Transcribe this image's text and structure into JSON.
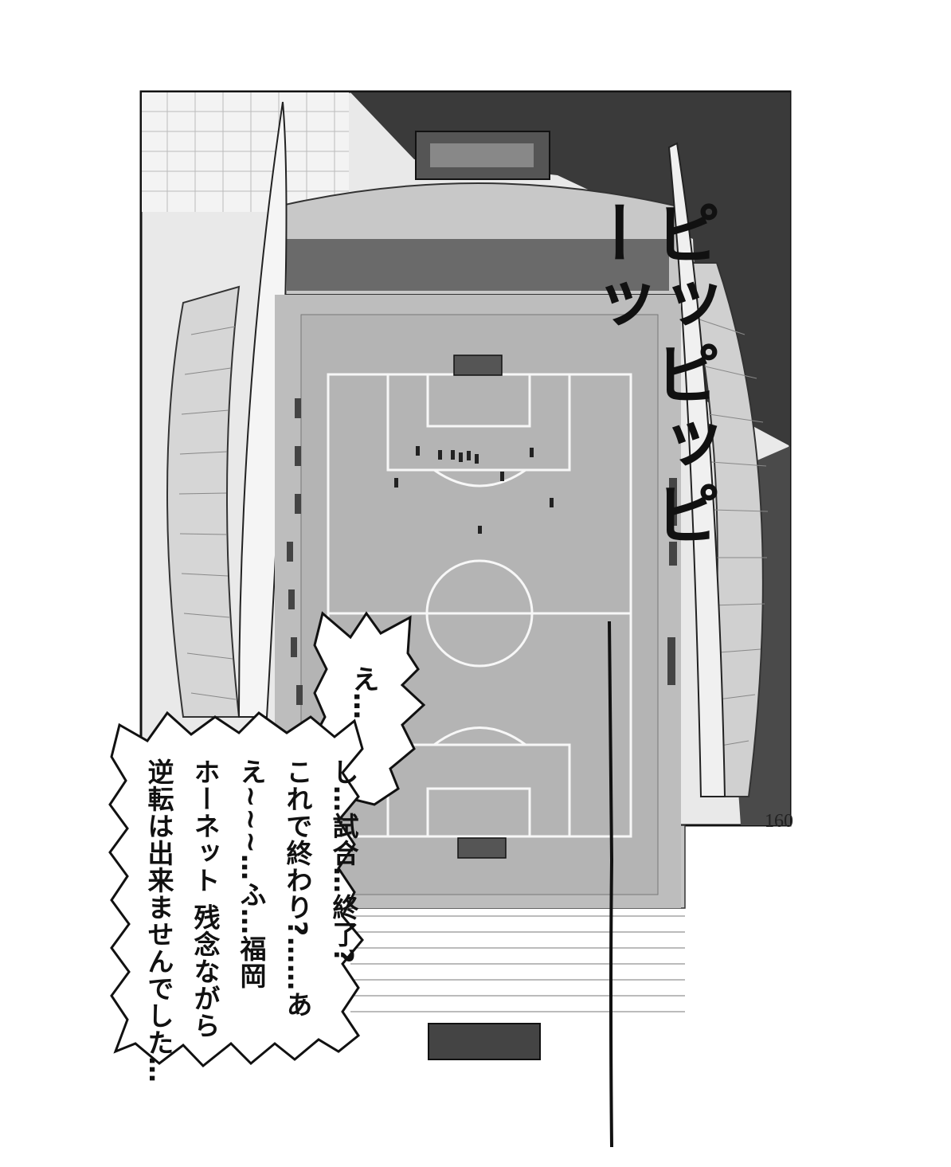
{
  "sfx": {
    "sound": "ピッピッピーッ"
  },
  "bubble_small": {
    "line1": "え…"
  },
  "bubble_large": {
    "lines": [
      "し…試合…終了?",
      "これで終わり?……あ",
      "え~~~…ふ…福岡",
      "ホーネット 残念ながら",
      "逆転は出来ませんでした…"
    ]
  },
  "page": {
    "number": "160"
  }
}
